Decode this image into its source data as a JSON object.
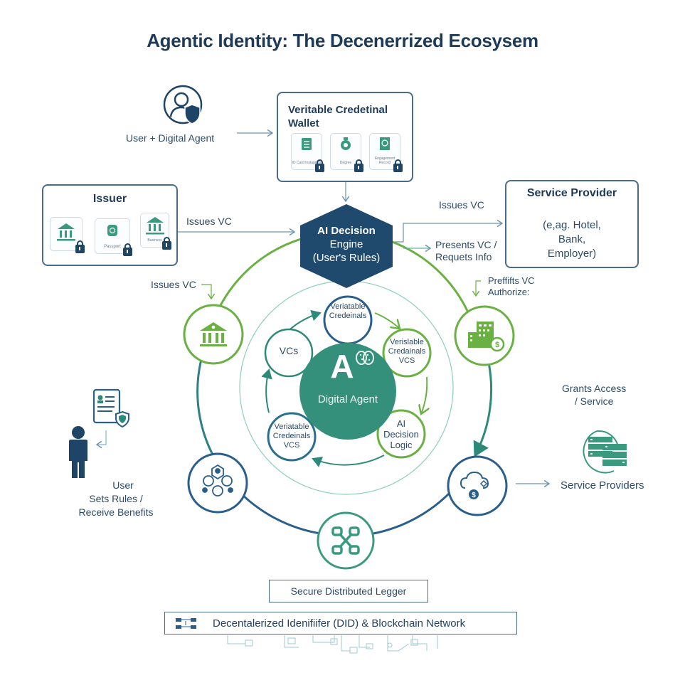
{
  "title": "Agentic Identity: The Decenerrized Ecosysem",
  "user_agent": {
    "label": "User + Digital Agent",
    "icon": "user-shield-icon"
  },
  "wallet": {
    "title_line1": "Veritable Credetinal",
    "title_line2": "Wallet",
    "cards": [
      {
        "caption": "ID Card Instagram",
        "icon": "checklist-icon"
      },
      {
        "caption": "Degree",
        "icon": "medal-icon"
      },
      {
        "caption": "Engagement Record",
        "icon": "globe-passport-icon"
      }
    ]
  },
  "issuer": {
    "title": "Issuer",
    "cards": [
      {
        "caption": "",
        "icon": "bank-icon"
      },
      {
        "caption": "Passport",
        "icon": "passport-icon"
      },
      {
        "caption": "Business",
        "icon": "bank-icon"
      }
    ],
    "arrow_label": "Issues VC"
  },
  "engine": {
    "line1": "AI Decision",
    "line2": "Engine",
    "line3": "(User's Rules)"
  },
  "service_provider": {
    "title": "Service Provider",
    "line1": "(e,ag. Hotel,",
    "line2": "Bank,",
    "line3": "Employer)",
    "arrow_label_top": "Issues VC",
    "arrow_label_mid1": "Presents VC /",
    "arrow_label_mid2": "Requets Info"
  },
  "ring": {
    "issues_vc_label": "Issues VC",
    "preffits_line1": "Preffifts VC",
    "preffits_line2": "Authorize:",
    "grants_line1": "Grants Access",
    "grants_line2": "/ Service"
  },
  "inner": {
    "center_letter": "A",
    "center_label": "Digital Agent",
    "top": [
      "Veriatable",
      "Credeinals"
    ],
    "left": [
      "VCs"
    ],
    "right_top": [
      "Verislable",
      "Credainals",
      "VCS"
    ],
    "right_bottom": [
      "AI",
      "Decision",
      "Logic"
    ],
    "left_bottom": [
      "Veriatable",
      "Credeinals",
      "VCS"
    ]
  },
  "user": {
    "line1": "User",
    "line2": "Sets Rules /",
    "line3": "Receive Benefits"
  },
  "service_providers": {
    "label": "Service Providers"
  },
  "ledger": {
    "label": "Secure Distributed Legger"
  },
  "did": {
    "label": "Decentalerized Idenifiifer (DID) & Blockchain Network"
  },
  "colors": {
    "navy": "#1f4566",
    "teal": "#3a9a80",
    "green": "#6ab043",
    "dark_text": "#1e3a56"
  }
}
